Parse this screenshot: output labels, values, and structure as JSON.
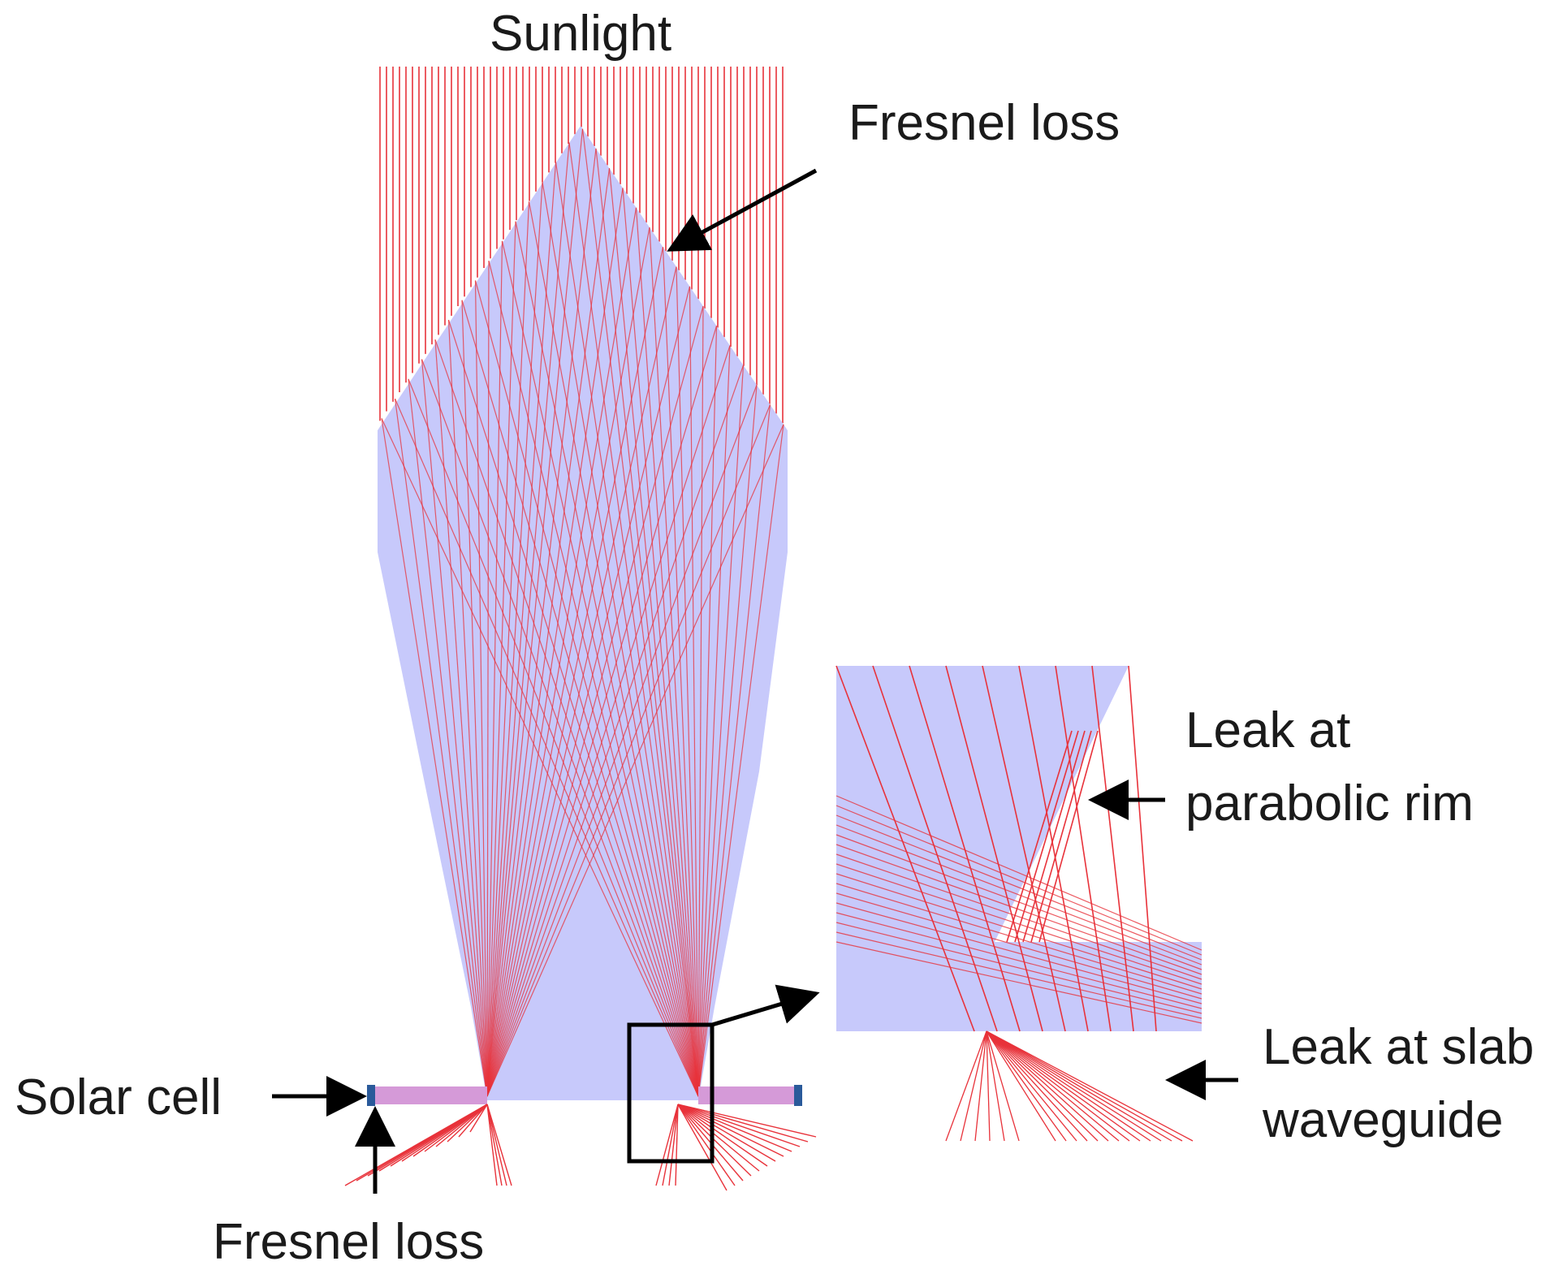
{
  "labels": {
    "sunlight": "Sunlight",
    "fresnel_loss_top": "Fresnel loss",
    "leak_parabolic_line1": "Leak at",
    "leak_parabolic_line2": "parabolic rim",
    "leak_slab_line1": "Leak at slab",
    "leak_slab_line2": "waveguide",
    "solar_cell": "Solar cell",
    "fresnel_loss_bottom": "Fresnel loss"
  },
  "colors": {
    "ray": "#e8323a",
    "optic_fill": "#c7c9fb",
    "solar_cell": "#2a5a9a",
    "slab_fill": "#d59ad8",
    "outline": "#000000"
  }
}
